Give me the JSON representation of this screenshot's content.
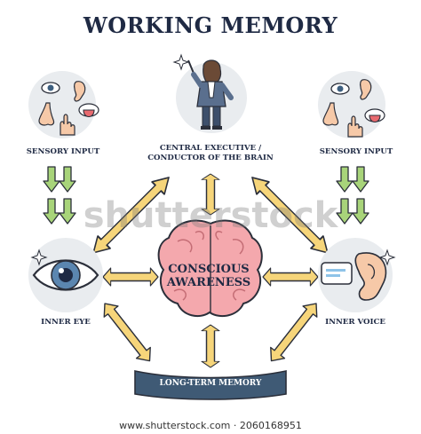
{
  "title": "WORKING MEMORY",
  "nodes": {
    "sensory_input_left": "SENSORY INPUT",
    "central_executive": [
      "CENTRAL EXECUTIVE /",
      "CONDUCTOR OF THE BRAIN"
    ],
    "sensory_input_right": "SENSORY INPUT",
    "inner_eye": "INNER EYE",
    "conscious_awareness": [
      "CONSCIOUS",
      "AWARENESS"
    ],
    "inner_voice": "INNER VOICE",
    "long_term_memory": "LONG-TERM MEMORY"
  },
  "watermark": "shutterstock",
  "footer": "www.shutterstock.com · 2060168951",
  "colors": {
    "title": "#1f2a44",
    "arrow_fill": "#f6d57a",
    "arrow_stroke": "#2b2f3a",
    "green_arrow": "#a8d47a",
    "brain": "#f4a8ad",
    "ltm": "#3f5a75",
    "circle_bg": "#e9ecef"
  }
}
